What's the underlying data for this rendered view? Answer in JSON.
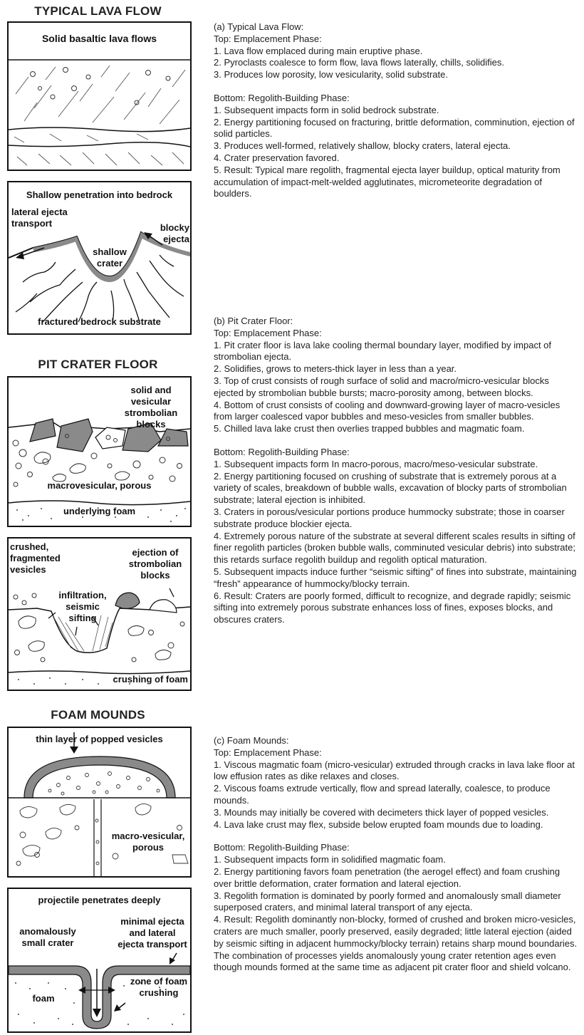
{
  "sections": [
    {
      "title": "TYPICAL LAVA FLOW",
      "top_panel": {
        "labels": {
          "header": "Solid basaltic lava flows"
        }
      },
      "bottom_panel": {
        "labels": {
          "header": "Shallow penetration into bedrock",
          "lateral": "lateral ejecta transport",
          "blocky": "blocky ejecta",
          "shallow": "shallow crater",
          "fractured": "fractured bedrock substrate"
        }
      },
      "text": {
        "heading": "(a) Typical Lava Flow:",
        "top_heading": "Top:  Emplacement Phase:",
        "top_items": [
          "1.  Lava flow emplaced during main eruptive phase.",
          "2.  Pyroclasts coalesce to form flow, lava flows laterally, chills, solidifies.",
          "3. Produces low porosity, low vesicularity, solid substrate."
        ],
        "bottom_heading": "Bottom: Regolith-Building Phase:",
        "bottom_items": [
          "1. Subsequent impacts form in solid bedrock substrate.",
          "2. Energy partitioning focused on fracturing, brittle deformation, comminution, ejection of solid particles.",
          "3. Produces well-formed, relatively shallow, blocky craters, lateral ejecta.",
          "4. Crater preservation favored.",
          "5. Result: Typical mare regolith, fragmental ejecta layer buildup, optical maturity from accumulation of impact-melt-welded agglutinates, micrometeorite degradation of boulders."
        ]
      }
    },
    {
      "title": "PIT CRATER FLOOR",
      "top_panel": {
        "labels": {
          "blocks": "solid and vesicular strombolian blocks",
          "macro": "macrovesicular, porous",
          "foam": "underlying foam"
        }
      },
      "bottom_panel": {
        "labels": {
          "crushed": "crushed, fragmented vesicles",
          "ejection": "ejection of strombolian blocks",
          "infiltration": "infiltration, seismic sifting",
          "crushing": "crushing of foam"
        }
      },
      "text": {
        "heading": "(b) Pit Crater Floor:",
        "top_heading": "Top:  Emplacement Phase:",
        "top_items": [
          "1. Pit crater floor is lava lake cooling thermal boundary layer, modified by impact of strombolian ejecta.",
          "2. Solidifies, grows to meters-thick layer in less than a year.",
          "3. Top of crust consists of rough surface of solid and macro/micro-vesicular blocks ejected by strombolian bubble bursts; macro-porosity among, between blocks.",
          "4. Bottom of crust consists of cooling and downward-growing layer of macro-vesicles from larger coalesced vapor bubbles and meso-vesicles from smaller bubbles.",
          "5. Chilled lava lake crust then overlies trapped bubbles and magmatic foam."
        ],
        "bottom_heading": "Bottom: Regolith-Building Phase:",
        "bottom_items": [
          "1. Subsequent impacts form In macro-porous, macro/meso-vesicular substrate.",
          "2. Energy partitioning focused on crushing of substrate that is extremely porous at a variety of scales, breakdown of bubble walls, excavation of blocky parts of strombolian substrate; lateral ejection is inhibited.",
          "3. Craters in porous/vesicular portions produce hummocky substrate; those in coarser substrate produce blockier ejecta.",
          "4. Extremely porous nature of the substrate at several different scales results in sifting of finer regolith particles (broken bubble walls, comminuted vesicular debris) into substrate; this retards surface regolith buildup and regolith optical maturation.",
          "5. Subsequent impacts induce further “seismic sifting” of fines into substrate, maintaining “fresh” appearance of hummocky/blocky terrain.",
          "6. Result: Craters are poorly formed, difficult to recognize, and degrade rapidly; seismic sifting into extremely porous substrate enhances loss of fines, exposes blocks, and obscures craters."
        ]
      }
    },
    {
      "title": "FOAM MOUNDS",
      "top_panel": {
        "labels": {
          "popped": "thin layer of popped vesicles",
          "macro": "macro-vesicular, porous"
        }
      },
      "bottom_panel": {
        "labels": {
          "header": "projectile penetrates deeply",
          "minimal": "minimal ejecta and lateral ejecta transport",
          "anomalous": "anomalously small crater",
          "zone": "zone of foam crushing",
          "foam": "foam"
        }
      },
      "text": {
        "heading": "(c) Foam Mounds:",
        "top_heading": "Top:  Emplacement Phase:",
        "top_items": [
          "1. Viscous magmatic foam (micro-vesicular) extruded through cracks in lava lake floor at low effusion rates as dike relaxes and closes.",
          "2. Viscous foams extrude vertically, flow and spread laterally, coalesce, to produce mounds.",
          "3. Mounds may initially be covered with decimeters thick layer of popped vesicles.",
          "4. Lava lake crust may flex, subside below erupted foam mounds due to loading."
        ],
        "bottom_heading": "Bottom: Regolith-Building Phase:",
        "bottom_items": [
          "1. Subsequent impacts form in solidified magmatic foam.",
          "2. Energy partitioning favors foam penetration (the aerogel effect) and foam crushing over brittle deformation, crater formation and lateral ejection.",
          "3. Regolith formation is dominated by poorly formed and anomalously small diameter superposed craters, and minimal lateral transport of any ejecta.",
          "4. Result: Regolith dominantly non-blocky, formed of crushed and broken micro-vesicles, craters are much smaller, poorly preserved, easily degraded; little lateral ejection (aided by seismic sifting in adjacent hummocky/blocky terrain) retains sharp mound boundaries. The combination of processes yields anomalously young crater retention ages even though mounds formed at the same time as adjacent pit crater floor and shield volcano."
        ]
      }
    }
  ],
  "colors": {
    "rock": "#8a8a8a",
    "line": "#111111",
    "text": "#222222"
  }
}
